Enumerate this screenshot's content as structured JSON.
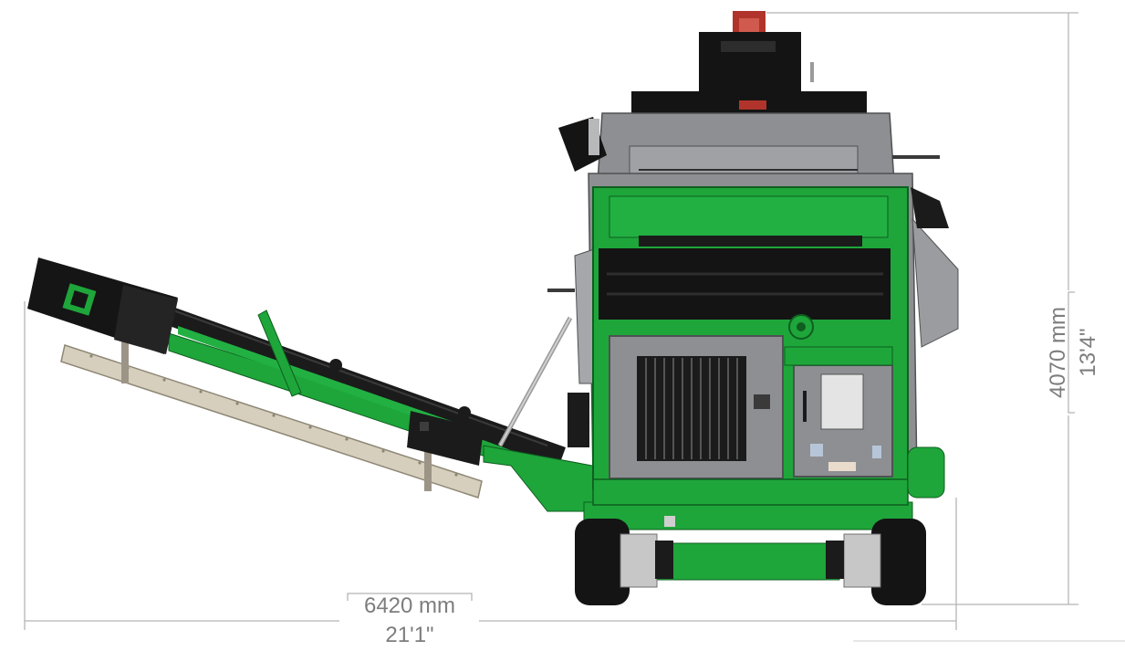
{
  "dimensions": {
    "width": {
      "metric": "6420 mm",
      "imperial": "21'1\""
    },
    "height": {
      "metric": "4070 mm",
      "imperial": "13'4\""
    }
  },
  "colors": {
    "frame_green": "#1ea63a",
    "dark_green": "#137a28",
    "body_black": "#1b1b1b",
    "panel_grey": "#8d8f92",
    "light_grey": "#b6b8ba",
    "dimension_line": "#b5b5b5",
    "dimension_text": "#7d7d7d",
    "cap_red": "#b0342b"
  }
}
